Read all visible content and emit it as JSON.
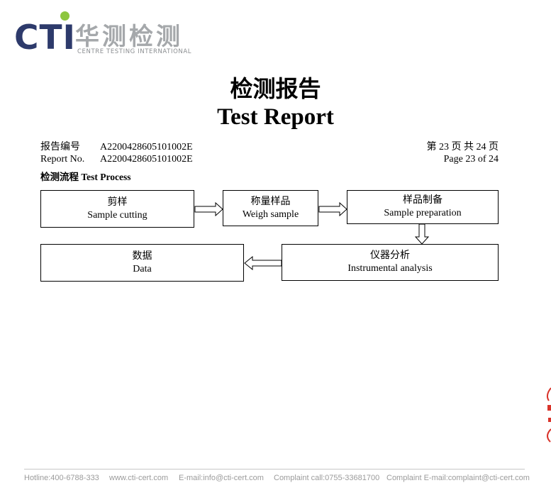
{
  "logo": {
    "brand": "CTI",
    "cn_name": "华测检测",
    "en_name": "CENTRE TESTING INTERNATIONAL"
  },
  "title": {
    "cn": "检测报告",
    "en": "Test Report"
  },
  "report_no": {
    "label_cn": "报告编号",
    "label_en": "Report No.",
    "value": "A2200428605101002E"
  },
  "page": {
    "cn": "第 23 页  共 24 页",
    "en": "Page 23 of 24"
  },
  "section_title": "检测流程 Test Process",
  "process": [
    {
      "cn": "剪样",
      "en": "Sample cutting"
    },
    {
      "cn": "称量样品",
      "en": "Weigh sample"
    },
    {
      "cn": "样品制备",
      "en": "Sample preparation"
    },
    {
      "cn": "仪器分析",
      "en": "Instrumental analysis"
    },
    {
      "cn": "数据",
      "en": "Data"
    }
  ],
  "footer": {
    "hotline": "Hotline:400-6788-333",
    "website": "www.cti-cert.com",
    "email": "E-mail:info@cti-cert.com",
    "complaint_call": "Complaint call:0755-33681700",
    "complaint_email": "Complaint E-mail:complaint@cti-cert.com"
  },
  "colors": {
    "brand_navy": "#2d3a6b",
    "brand_green": "#8dc63f",
    "logo_gray": "#a5a8ab",
    "footer_gray": "#9b9b9b",
    "seal_red": "#d9342b"
  }
}
